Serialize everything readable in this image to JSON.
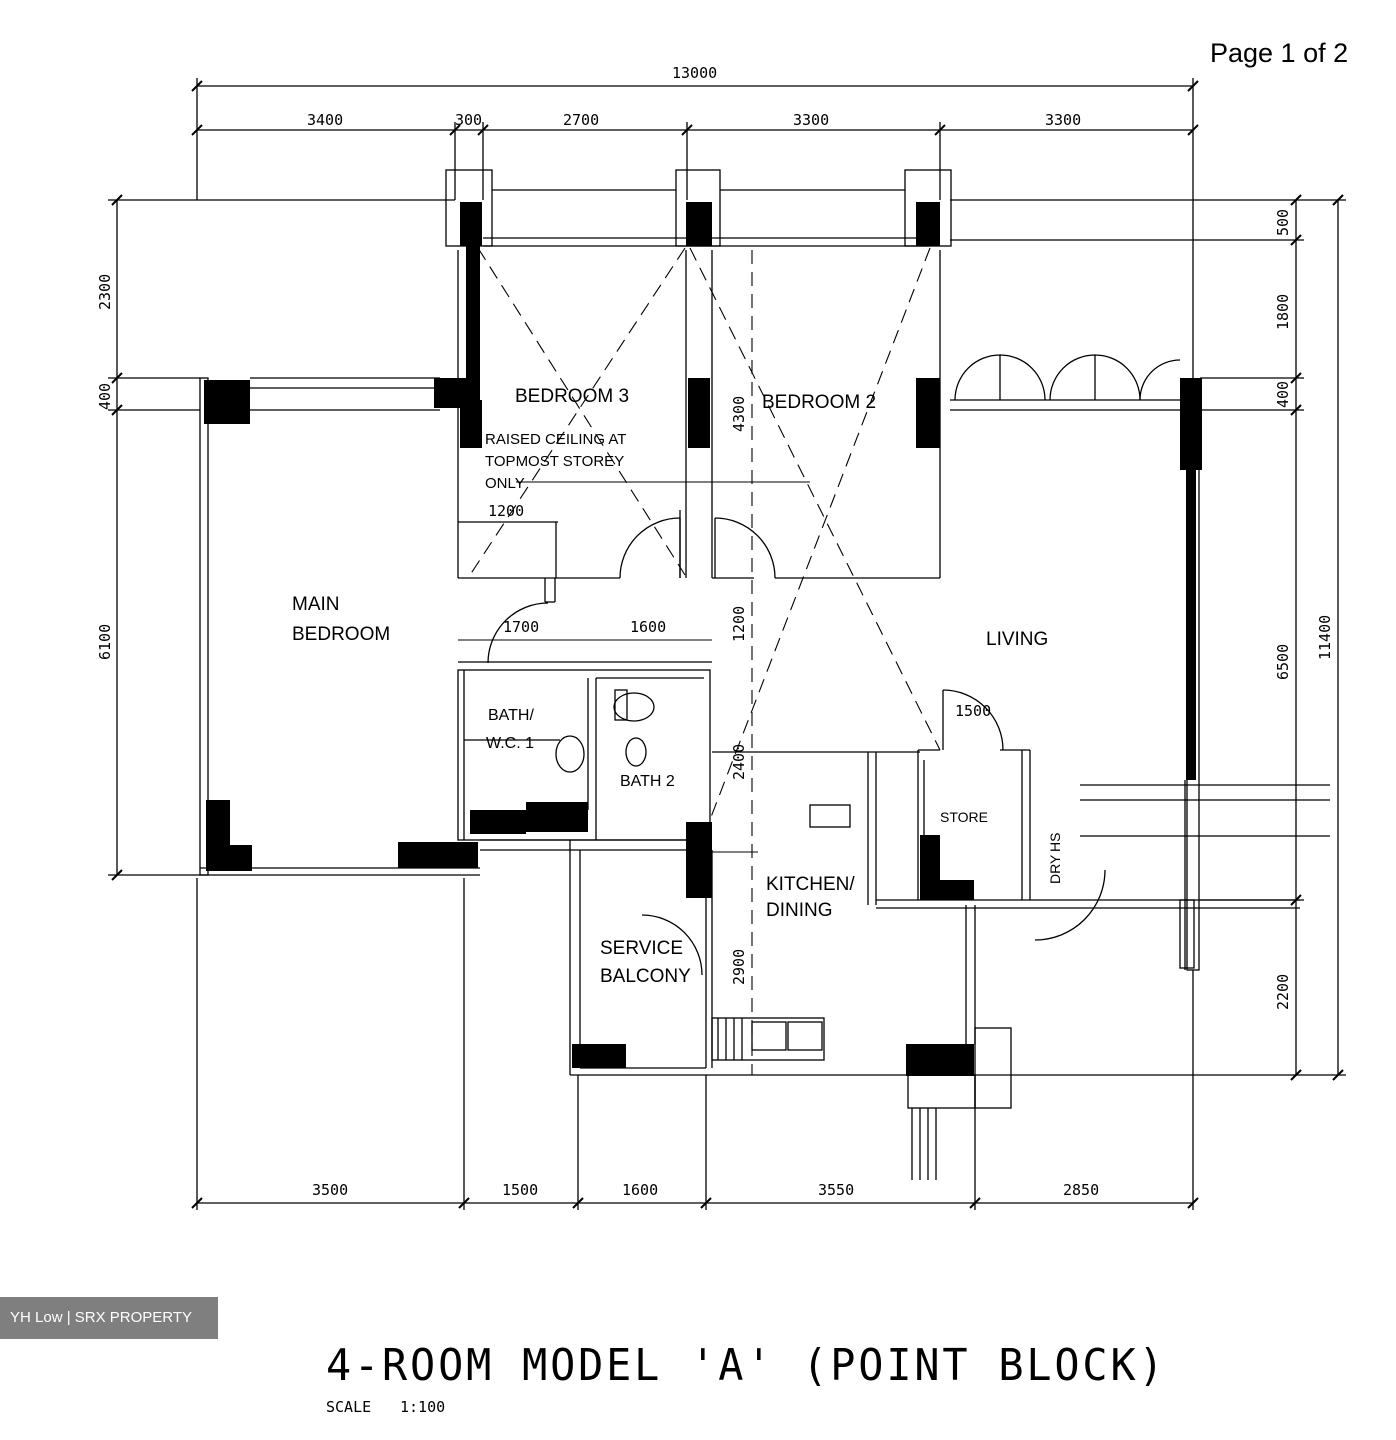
{
  "page_label": "Page 1 of 2",
  "title": "4-ROOM MODEL 'A' (POINT BLOCK)",
  "scale_label": "SCALE",
  "scale_value": "1:100",
  "watermark": "YH Low | SRX PROPERTY",
  "rooms": {
    "bedroom3": "BEDROOM 3",
    "bedroom2": "BEDROOM 2",
    "main_bedroom_1": "MAIN",
    "main_bedroom_2": "BEDROOM",
    "living": "LIVING",
    "bath_wc_1": "BATH/",
    "bath_wc_2": "W.C. 1",
    "bath2": "BATH 2",
    "kitchen_1": "KITCHEN/",
    "kitchen_2": "DINING",
    "service_1": "SERVICE",
    "service_2": "BALCONY",
    "store": "STORE",
    "drying": "DRY",
    "hs": "HS"
  },
  "notes": {
    "raised_1": "RAISED CEILING AT",
    "raised_2": "TOPMOST STOREY",
    "raised_3": "ONLY"
  },
  "dimensions": {
    "overall_width": "13000",
    "top": [
      "3400",
      "300",
      "2700",
      "3300",
      "3300"
    ],
    "bottom": [
      "3500",
      "1500",
      "1600",
      "3550",
      "2850"
    ],
    "left": [
      "2300",
      "400",
      "6100"
    ],
    "right": [
      "500",
      "1800",
      "400",
      "6500",
      "2200"
    ],
    "right_overall": "11400",
    "inner": {
      "d1200a": "1200",
      "d1700": "1700",
      "d1600": "1600",
      "d4300": "4300",
      "d1200b": "1200",
      "d2400": "2400",
      "d2900": "2900",
      "d1500": "1500"
    }
  }
}
